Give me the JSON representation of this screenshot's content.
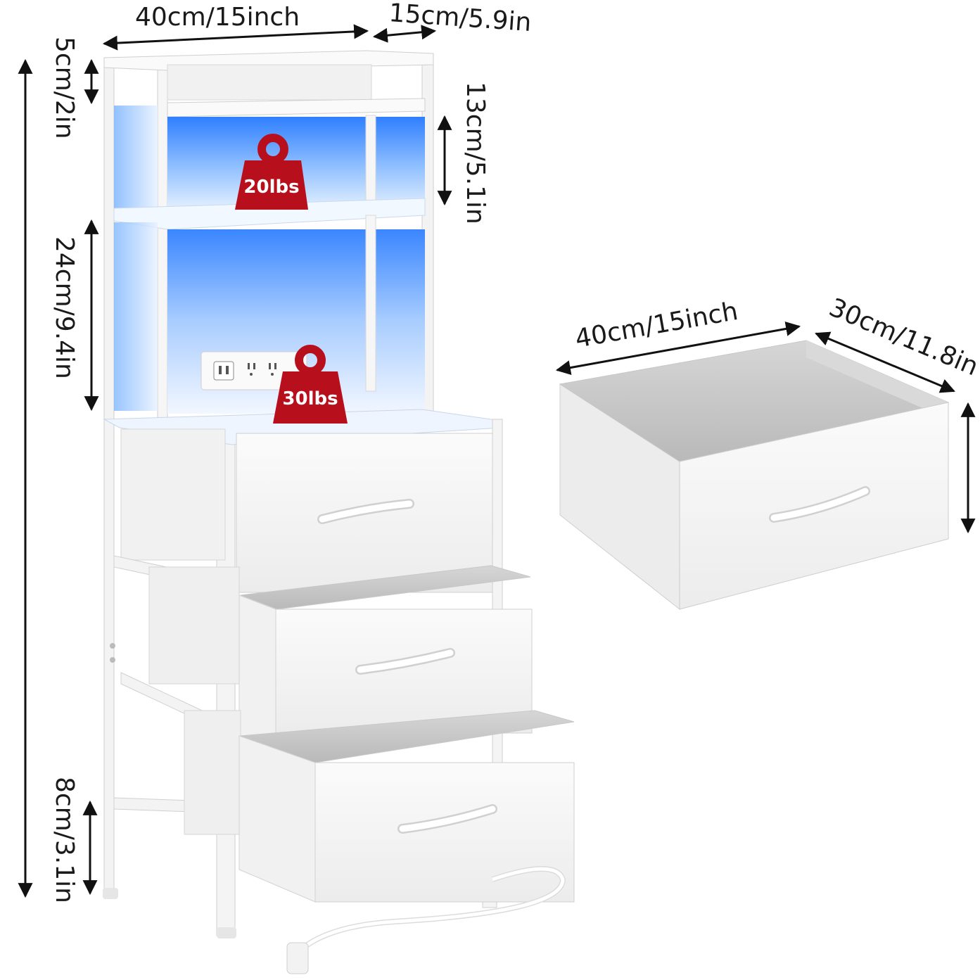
{
  "product": {
    "weight_badges": [
      {
        "id": "upper",
        "label": "20lbs"
      },
      {
        "id": "lower",
        "label": "30lbs"
      }
    ],
    "colors": {
      "frame": "#f4f4f4",
      "led_glow": "#3a8bff",
      "badge": "#b80f1c",
      "dimension_line": "#111111"
    }
  },
  "dimensions": {
    "top_width": "40cm/15inch",
    "top_depth": "15cm/5.9in",
    "hutch_top_height": "5cm/2in",
    "upper_shelf_height": "13cm/5.1in",
    "lower_shelf_height": "24cm/9.4in",
    "leg_height": "8cm/3.1in",
    "drawer_width": "40cm/15inch",
    "drawer_depth": "30cm/11.8in"
  }
}
